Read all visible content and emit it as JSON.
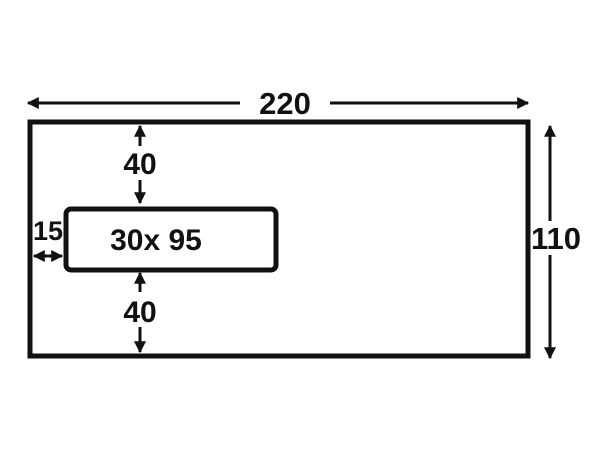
{
  "diagram": {
    "width_label": "220",
    "height_label": "110",
    "window_label": "30x 95",
    "top_margin_label": "40",
    "bottom_margin_label": "40",
    "left_margin_label": "15"
  },
  "colors": {
    "stroke": "#111111",
    "background": "#ffffff"
  }
}
